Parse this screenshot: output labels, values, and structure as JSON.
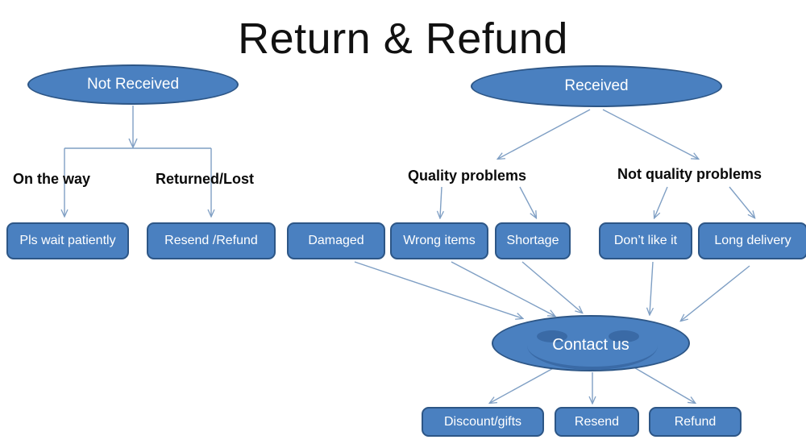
{
  "diagram": {
    "title": "Return & Refund",
    "colors": {
      "node_fill": "#4a80c0",
      "node_border": "#2d5686",
      "node_text": "#ffffff",
      "connector": "#7f9fc4",
      "label_text": "#0a0a0a",
      "background": "#ffffff"
    },
    "roots": [
      {
        "id": "not-received",
        "label": "Not  Received",
        "shape": "ellipse"
      },
      {
        "id": "received",
        "label": "Received",
        "shape": "ellipse"
      }
    ],
    "edge_labels": [
      {
        "id": "on-the-way",
        "label": "On the way"
      },
      {
        "id": "returned-lost",
        "label": "Returned/Lost"
      },
      {
        "id": "quality-problems",
        "label": "Quality problems"
      },
      {
        "id": "not-quality-problems",
        "label": "Not quality problems"
      }
    ],
    "reason_boxes": [
      {
        "id": "pls-wait-patiently",
        "label": "Pls wait patiently"
      },
      {
        "id": "resend-refund",
        "label": "Resend /Refund"
      },
      {
        "id": "damaged",
        "label": "Damaged"
      },
      {
        "id": "wrong-items",
        "label": "Wrong items"
      },
      {
        "id": "shortage",
        "label": "Shortage"
      },
      {
        "id": "dont-like-it",
        "label": "Don’t like it"
      },
      {
        "id": "long-delivery",
        "label": "Long delivery"
      }
    ],
    "hub": {
      "id": "contact-us",
      "label": "Contact us",
      "shape": "smiley-ellipse",
      "face": {
        "eyes": 2,
        "mouth": "smile"
      }
    },
    "outcome_boxes": [
      {
        "id": "discount-gifts",
        "label": "Discount/gifts"
      },
      {
        "id": "resend",
        "label": "Resend"
      },
      {
        "id": "refund",
        "label": "Refund"
      }
    ]
  }
}
